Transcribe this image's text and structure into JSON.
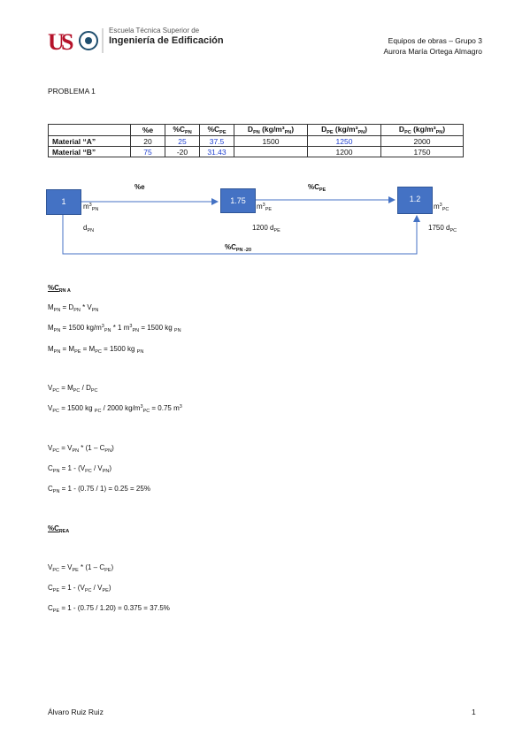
{
  "header": {
    "logo_school_line1": "Escuela Técnica Superior de",
    "logo_school_line2": "Ingeniería de Edificación",
    "logo_us": "US",
    "right_line1": "Equipos de obras – Grupo 3",
    "right_line2": "Aurora María Ortega Almagro"
  },
  "problem_title": "PROBLEMA 1",
  "table": {
    "headers": [
      "",
      "%e",
      "%C",
      "%C",
      "D",
      "D",
      "D"
    ],
    "header_subs": [
      "",
      "",
      "PN",
      "PE",
      "PN",
      "PE",
      "PC"
    ],
    "header_suffix": [
      "",
      "",
      "",
      "",
      " (kg/m³",
      " (kg/m³",
      " (kg/m³"
    ],
    "header_suffix_sub": [
      "",
      "",
      "",
      "",
      "PN",
      "PN",
      "PN"
    ],
    "rows": [
      {
        "label": "Material “A”",
        "cells": [
          "20",
          "25",
          "37.5",
          "1500",
          "1250",
          "2000"
        ]
      },
      {
        "label": "Material “B”",
        "cells": [
          "75",
          "-20",
          "31.43",
          "",
          "1200",
          "1750"
        ]
      }
    ]
  },
  "diagram": {
    "box1": "1",
    "box2": "1.75",
    "box3": "1.2",
    "arrow1_label": "%e",
    "arrow2_label": "%C",
    "arrow2_sub": "PE",
    "bottom_label": "%C",
    "bottom_sub": "PN -20",
    "unit1": "m",
    "unit1_sub": "PN",
    "unit2": "m",
    "unit2_sub": "PE",
    "unit3": "m",
    "unit3_sub": "PC",
    "d1": "d",
    "d1_sub": "PN",
    "d2": "1200 d",
    "d2_sub": "PE",
    "d3": "1750 d",
    "d3_sub": "PC"
  },
  "section1": {
    "title": "%C",
    "title_sub": "PN A"
  },
  "section2": {
    "title": "%C",
    "title_sub": "PEA"
  },
  "footer": {
    "author": "Álvaro Ruiz Ruiz",
    "page": "1"
  }
}
